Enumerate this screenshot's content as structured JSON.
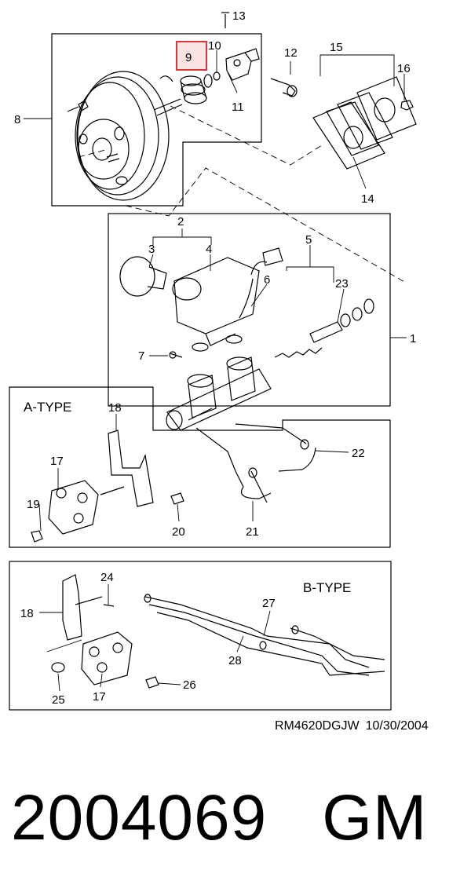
{
  "diagram": {
    "callouts": {
      "c1": "1",
      "c2": "2",
      "c3": "3",
      "c4": "4",
      "c5": "5",
      "c6": "6",
      "c7": "7",
      "c8": "8",
      "c9": "9",
      "c10": "10",
      "c11": "11",
      "c12": "12",
      "c13": "13",
      "c14": "14",
      "c15": "15",
      "c16": "16",
      "c17a": "17",
      "c17b": "17",
      "c18a": "18",
      "c18b": "18",
      "c19": "19",
      "c20": "20",
      "c21": "21",
      "c22": "22",
      "c23": "23",
      "c24": "24",
      "c25": "25",
      "c26": "26",
      "c27": "27",
      "c28": "28"
    },
    "highlight_color": "#e0353b",
    "highlight_fill": "#fbe3e3",
    "type_a_label": "A-TYPE",
    "type_b_label": "B-TYPE"
  },
  "footer": {
    "drawing_code": "RM4620DGJW",
    "date": "10/30/2004"
  },
  "part_number": "2004069",
  "brand": "GM"
}
